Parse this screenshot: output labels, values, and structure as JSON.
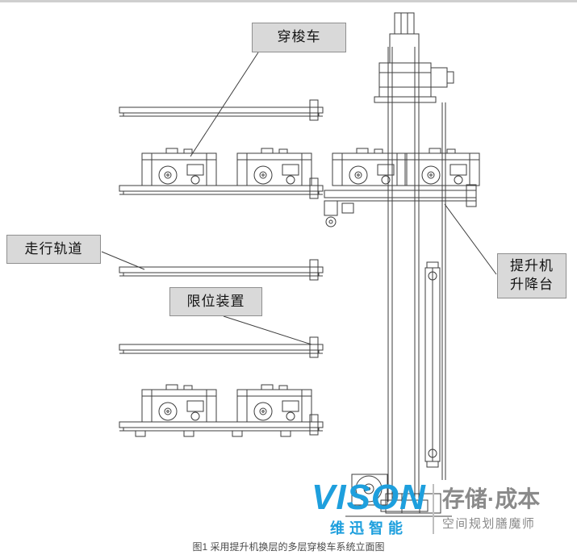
{
  "page": {
    "caption": "图1 采用提升机换层的多层穿梭车系统立面图"
  },
  "labels": {
    "shuttle_car": "穿梭车",
    "running_track": "走行轨道",
    "limit_device": "限位装置",
    "lifter_line1": "提升机",
    "lifter_line2": "升降台"
  },
  "branding": {
    "logo": "VISON",
    "logo_cn": "维迅智能",
    "slogan_main": "存储·成本",
    "slogan_sub": "空间规划膳魔师"
  },
  "colors": {
    "logo_blue": "#1e9fdd",
    "slogan_gray": "#8a8a8a",
    "label_bg": "#d9d9d9",
    "label_border": "#8f8f8f",
    "drawing_stroke": "#3d3d3d",
    "top_border": "#cfcfcf"
  }
}
